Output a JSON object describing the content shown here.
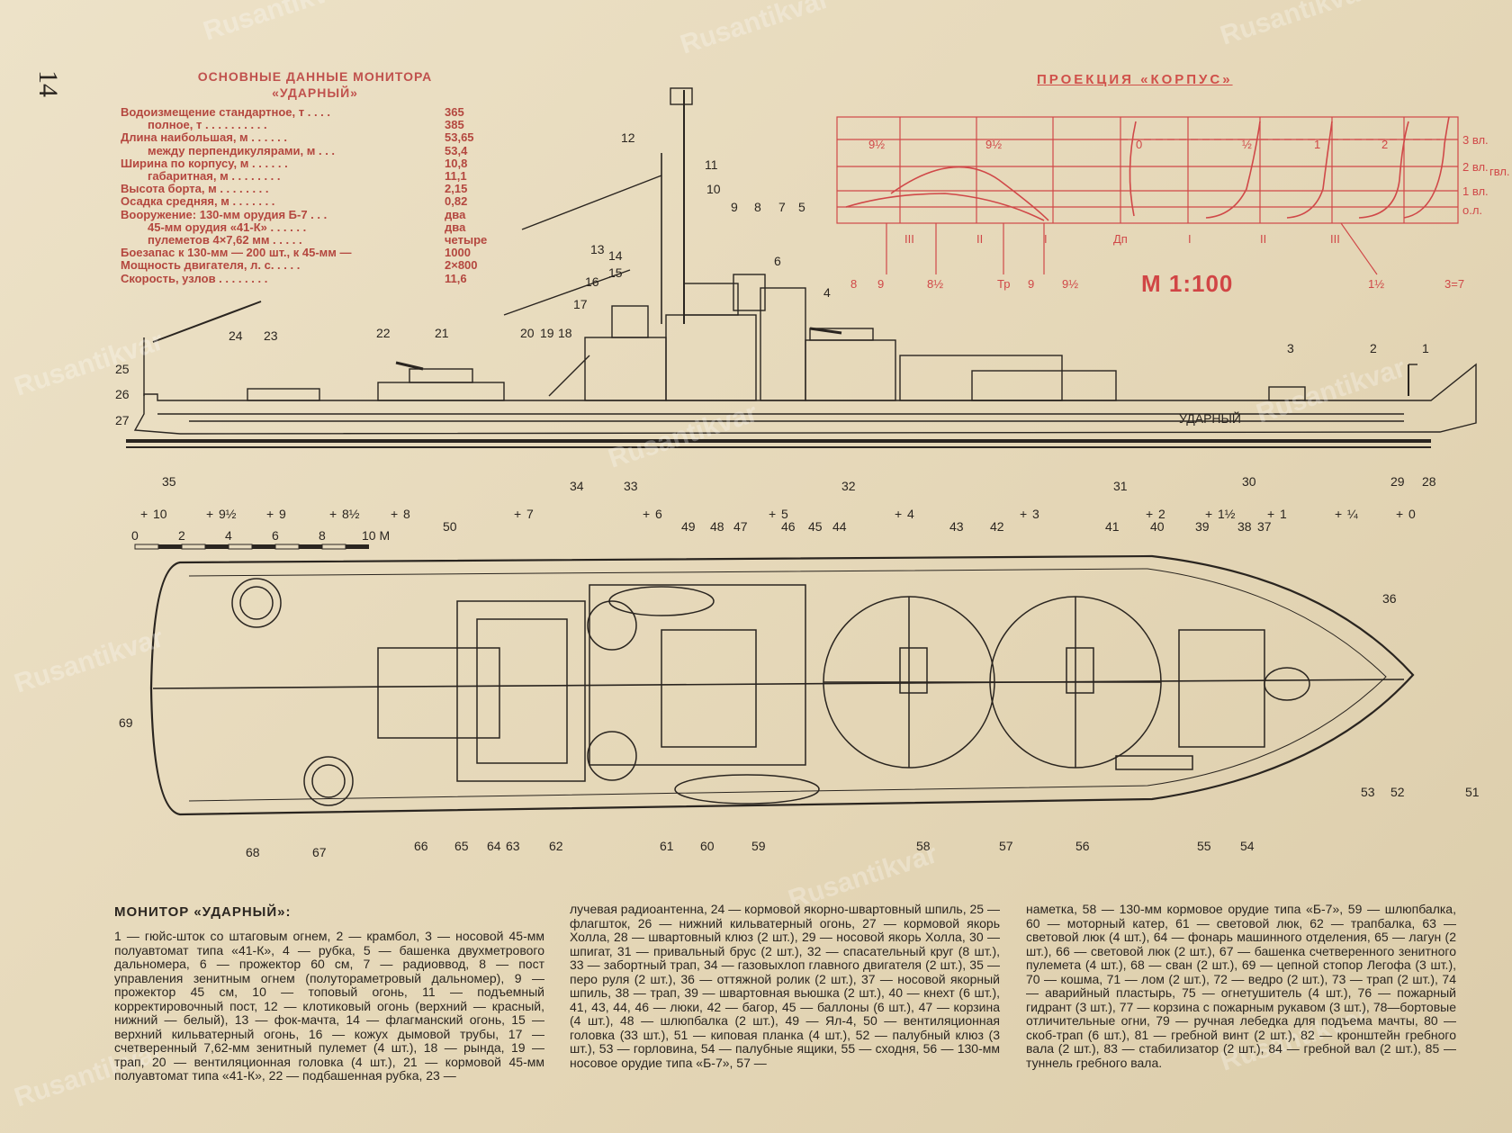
{
  "page_number": "14",
  "specs_title": "ОСНОВНЫЕ ДАННЫЕ МОНИТОРА «УДАРНЫЙ»",
  "specs": [
    {
      "label": "Водоизмещение стандартное, т . . . .",
      "value": "365"
    },
    {
      "label": "полное, т . . . . . . . . . .",
      "value": "385"
    },
    {
      "label": "Длина наибольшая, м . . . . . .",
      "value": "53,65"
    },
    {
      "label": "между перпендикулярами, м . . .",
      "value": "53,4"
    },
    {
      "label": "Ширина по корпусу, м . . . . . .",
      "value": "10,8"
    },
    {
      "label": "габаритная, м . . . . . . . .",
      "value": "11,1"
    },
    {
      "label": "Высота борта, м . . . . . . . .",
      "value": "2,15"
    },
    {
      "label": "Осадка средняя, м . . . . . . .",
      "value": "0,82"
    },
    {
      "label": "Вооружение: 130-мм орудия Б-7 . . .",
      "value": "два"
    },
    {
      "label": "45-мм орудия «41-К» . . . . . .",
      "value": "два"
    },
    {
      "label": "пулеметов 4×7,62 мм . . . . .",
      "value": "четыре"
    },
    {
      "label": "Боезапас к 130-мм — 200 шт., к 45-мм —",
      "value": "1000"
    },
    {
      "label": "Мощность двигателя, л. с. . . . .",
      "value": "2×800"
    },
    {
      "label": "Скорость, узлов . . . . . . . .",
      "value": "11,6"
    }
  ],
  "projection_title": "ПРОЕКЦИЯ «КОРПУС»",
  "scale": "М 1:100",
  "waterlines": [
    "3 вл.",
    "2 вл.",
    "1 вл.",
    "о.л.",
    "гвл."
  ],
  "frame_labels_top": [
    "9½",
    "9½",
    "0",
    "½",
    "1",
    "2"
  ],
  "frame_labels_bottom": [
    "8",
    "9",
    "8½",
    "Тр",
    "9",
    "9½",
    "1½",
    "3=7"
  ],
  "section_labels": [
    "III",
    "II",
    "I",
    "Дп",
    "I",
    "II",
    "III"
  ],
  "profile_callouts": [
    "1",
    "2",
    "3",
    "4",
    "5",
    "6",
    "7",
    "8",
    "9",
    "10",
    "11",
    "12",
    "13",
    "14",
    "15",
    "16",
    "17",
    "18",
    "19",
    "20",
    "21",
    "22",
    "23",
    "24",
    "25",
    "26",
    "27",
    "28",
    "29",
    "30",
    "31",
    "32",
    "33",
    "34",
    "35"
  ],
  "ship_name": "УДАРНЫЙ",
  "stations": [
    "10",
    "9½",
    "9",
    "8½",
    "8",
    "7",
    "6",
    "5",
    "4",
    "3",
    "2",
    "1½",
    "1",
    "¼",
    "0"
  ],
  "scale_bar": [
    "0",
    "2",
    "4",
    "6",
    "8",
    "10 М"
  ],
  "plan_callouts": [
    "36",
    "37",
    "38",
    "39",
    "40",
    "41",
    "42",
    "43",
    "44",
    "45",
    "46",
    "47",
    "48",
    "49",
    "50",
    "51",
    "52",
    "53",
    "54",
    "55",
    "56",
    "57",
    "58",
    "59",
    "60",
    "61",
    "62",
    "63",
    "64",
    "65",
    "66",
    "67",
    "68",
    "69"
  ],
  "legend_title": "МОНИТОР «УДАРНЫЙ»:",
  "legend_col1": "1 — гюйс-шток со штаговым огнем, 2 — крамбол, 3 — носовой 45-мм полуавтомат типа «41-К», 4 — рубка, 5 — башенка двухметрового дальномера, 6 — прожектор 60 см, 7 — радиоввод, 8 — пост управления зенитным огнем (полутораметровый дальномер), 9 — прожектор 45 см, 10 — топовый огонь, 11 — подъемный корректировочный пост, 12 — клотиковый огонь (верхний — красный, нижний — белый), 13 — фок-мачта, 14 — флагманский огонь, 15 — верхний кильватерный огонь, 16 — кожух дымовой трубы, 17 — счетверенный 7,62-мм зенитный пулемет (4 шт.), 18 — рында, 19 — трап, 20 — вентиляционная головка (4 шт.), 21 — кормовой 45-мм полуавтомат типа «41-К», 22 — подбашенная рубка, 23 —",
  "legend_col2": "лучевая радиоантенна, 24 — кормовой якорно-швартовный шпиль, 25 — флагшток, 26 — нижний кильватерный огонь, 27 — кормовой якорь Холла, 28 — швартовный клюз (2 шт.), 29 — носовой якорь Холла, 30 — шпигат, 31 — привальный брус (2 шт.), 32 — спасательный круг (8 шт.), 33 — забортный трап, 34 — газовыхлоп главного двигателя (2 шт.), 35 — перо руля (2 шт.), 36 — оттяжной ролик (2 шт.), 37 — носовой якорный шпиль, 38 — трап, 39 — швартовная вьюшка (2 шт.), 40 — кнехт (6 шт.), 41, 43, 44, 46 — люки, 42 — багор, 45 — баллоны (6 шт.), 47 — корзина (4 шт.), 48 — шлюпбалка (2 шт.), 49 — Ял-4, 50 — вентиляционная головка (33 шт.), 51 — киповая планка (4 шт.), 52 — палубный клюз (3 шт.), 53 — горловина, 54 — палубные ящики, 55 — сходня, 56 — 130-мм носовое орудие типа «Б-7», 57 —",
  "legend_col3": "наметка, 58 — 130-мм кормовое орудие типа «Б-7», 59 — шлюпбалка, 60 — моторный катер, 61 — световой люк, 62 — трапбалка, 63 — световой люк (4 шт.), 64 — фонарь машинного отделения, 65 — лагун (2 шт.), 66 — световой люк (2 шт.), 67 — башенка счетверенного зенитного пулемета (4 шт.), 68 — сван (2 шт.), 69 — цепной стопор Легофа (3 шт.), 70 — кошма, 71 — лом (2 шт.), 72 — ведро (2 шт.), 73 — трап (2 шт.), 74 — аварийный пластырь, 75 — огнетушитель (4 шт.), 76 — пожарный гидрант (3 шт.), 77 — корзина с пожарным рукавом (3 шт.), 78—бортовые отличительные огни, 79 — ручная лебедка для подъема мачты, 80 — скоб-трап (6 шт.), 81 — гребной винт (2 шт.), 82 — кронштейн гребного вала (2 шт.), 83 — стабилизатор (2 шт.), 84 — гребной вал (2 шт.), 85 — туннель гребного вала.",
  "watermark": "Rusantikvar",
  "colors": {
    "paper": "#e8dcc0",
    "ink": "#2a2520",
    "red": "#d04848"
  }
}
